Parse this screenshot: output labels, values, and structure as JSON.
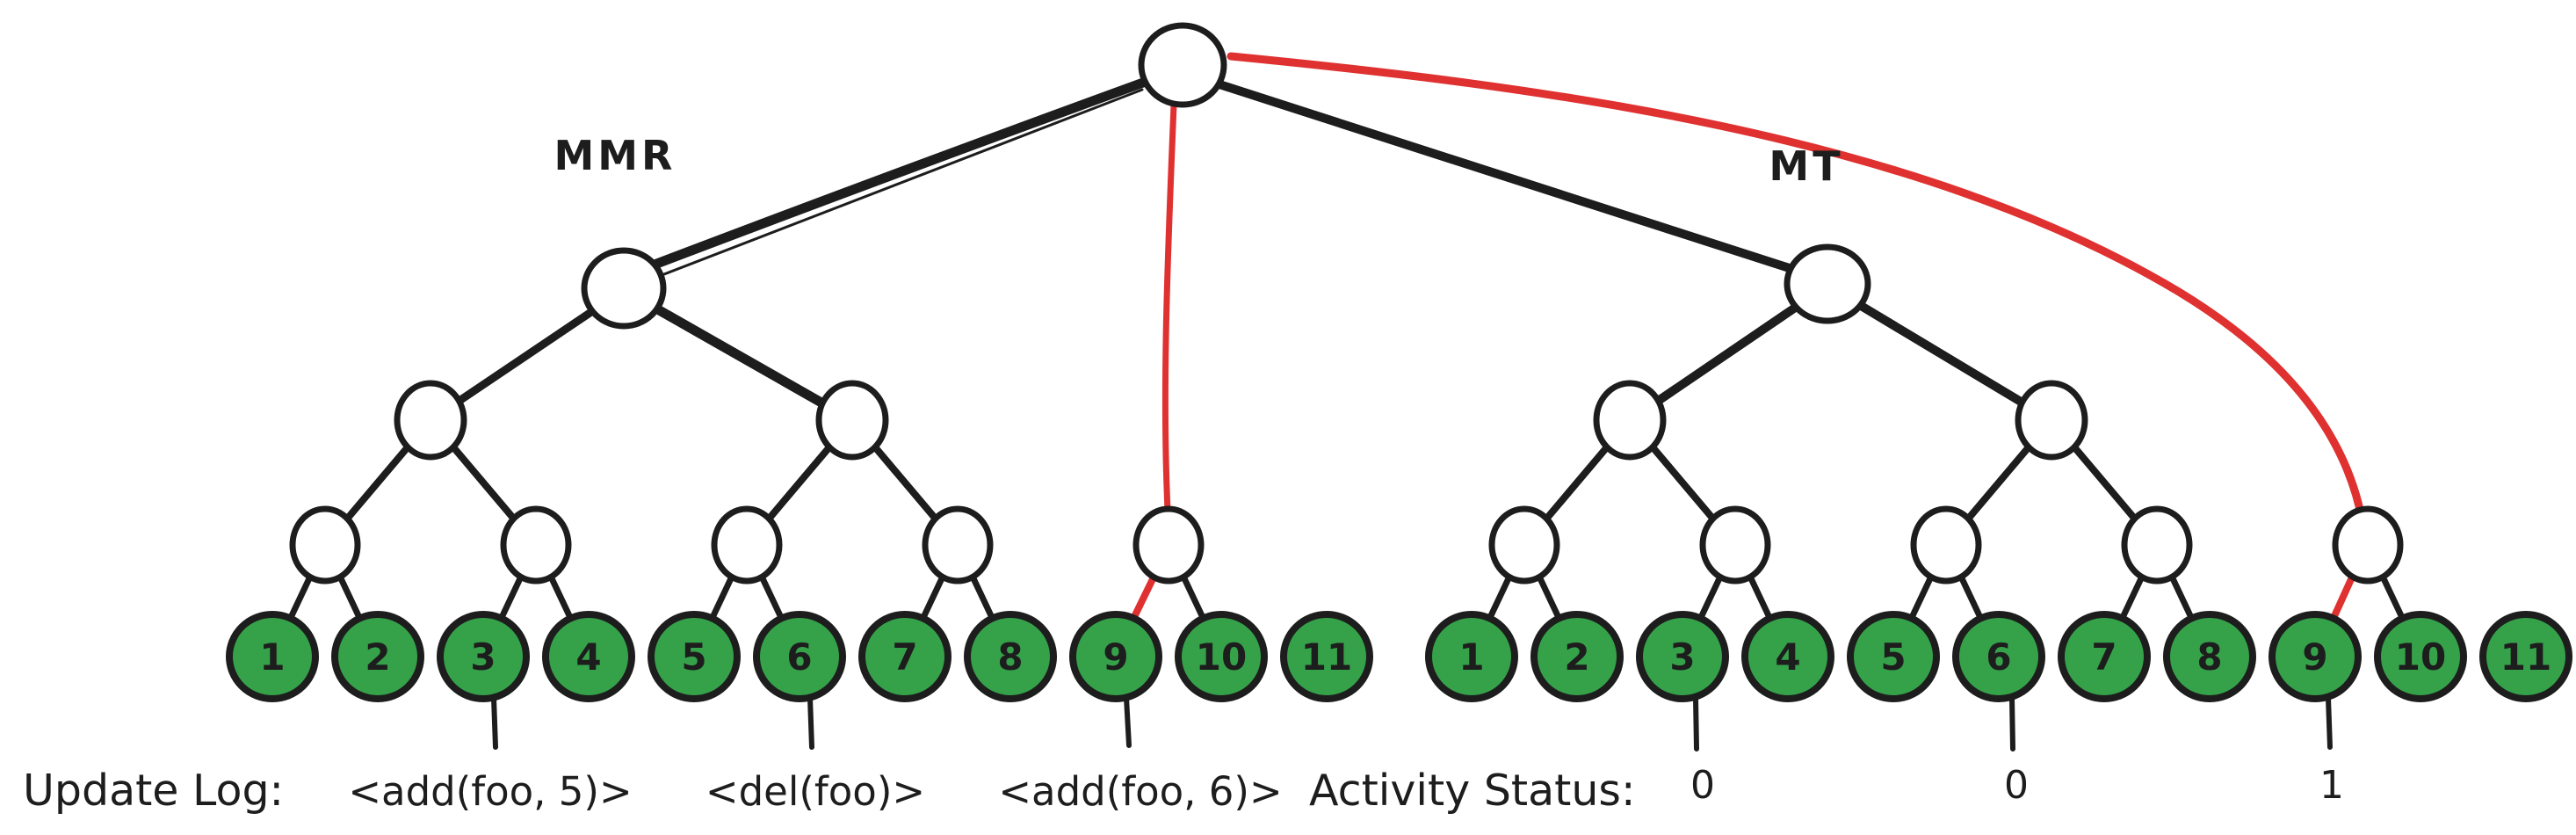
{
  "diagram": {
    "colors": {
      "stroke": "#1d1d1d",
      "leaf_fill": "#35a24a",
      "node_fill": "#ffffff",
      "highlight": "#e03131",
      "background": "#ffffff"
    },
    "mmr": {
      "label": "MMR",
      "leaves": [
        "1",
        "2",
        "3",
        "4",
        "5",
        "6",
        "7",
        "8",
        "9",
        "10",
        "11"
      ]
    },
    "mt": {
      "label": "MT",
      "leaves": [
        "1",
        "2",
        "3",
        "4",
        "5",
        "6",
        "7",
        "8",
        "9",
        "10",
        "11"
      ]
    },
    "update_log": {
      "title": "Update Log:",
      "entries": [
        "<add(foo, 5)>",
        "<del(foo)>",
        "<add(foo, 6)>"
      ]
    },
    "activity_status": {
      "title": "Activity Status:",
      "values": [
        "0",
        "0",
        "1"
      ]
    }
  }
}
